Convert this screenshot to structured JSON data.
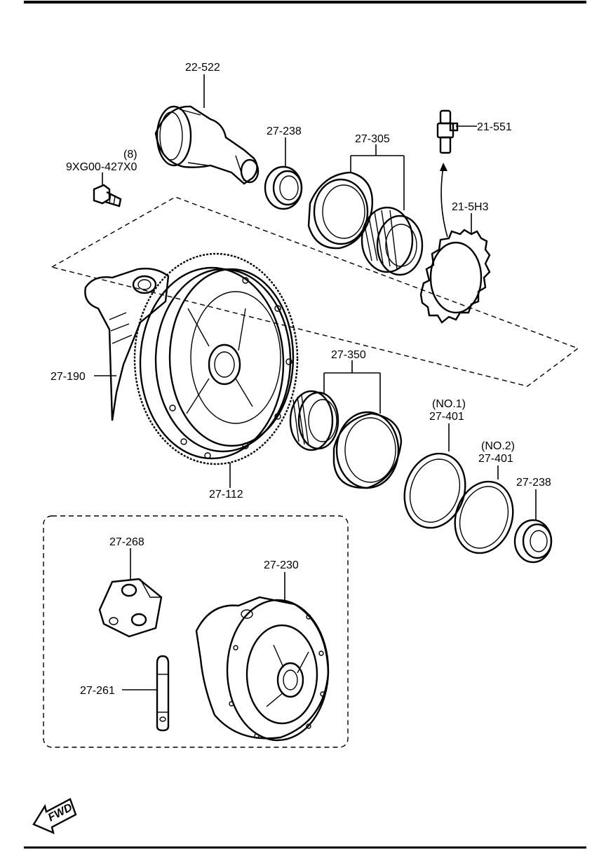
{
  "labels": {
    "p22_522": "22-522",
    "p27_238_a": "27-238",
    "p27_305": "27-305",
    "p21_551": "21-551",
    "bolt_qty": "(8)",
    "bolt_code": "9XG00-427X0",
    "p21_5h3": "21-5H3",
    "p27_190": "27-190",
    "p27_350": "27-350",
    "p27_112": "27-112",
    "no1": "(NO.1)",
    "p27_401_a": "27-401",
    "no2": "(NO.2)",
    "p27_401_b": "27-401",
    "p27_238_b": "27-238",
    "p27_268": "27-268",
    "p27_230": "27-230",
    "p27_261": "27-261"
  },
  "fwd_badge": "FWD",
  "icons": [
    "fwd-arrow-icon"
  ]
}
